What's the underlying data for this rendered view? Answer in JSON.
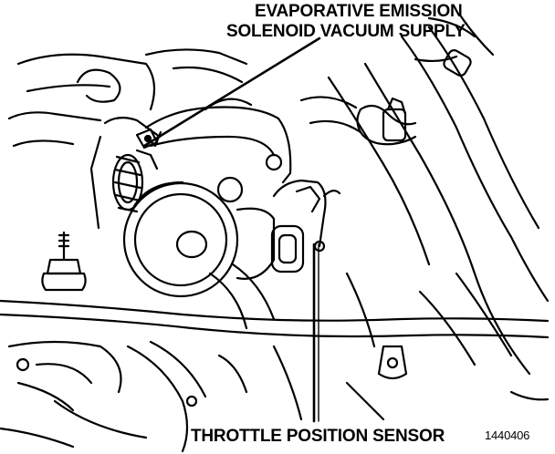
{
  "labels": {
    "evap_line1": "EVAPORATIVE EMISSION",
    "evap_line2": "SOLENOID VACUUM SUPPLY",
    "tps": "THROTTLE POSITION SENSOR",
    "figure_id": "1440406"
  },
  "colors": {
    "ink": "#000000",
    "paper": "#ffffff"
  }
}
